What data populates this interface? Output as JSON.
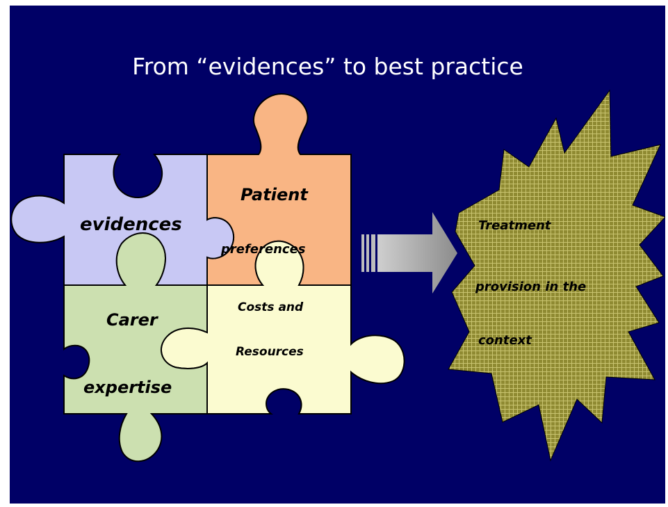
{
  "slide": {
    "title": "From “evidences” to best practice",
    "background_color": "#000066"
  },
  "puzzle": {
    "evidences": {
      "label": "evidences",
      "color": "#c8c8f4"
    },
    "patient": {
      "label_line1": "Patient",
      "label_line2": "preferences",
      "color": "#f9b584"
    },
    "carer": {
      "label_line1": "Carer",
      "label_line2": "expertise",
      "color": "#cce0b0"
    },
    "costs": {
      "label_line1": "Costs and",
      "label_line2": "Resources",
      "color": "#fbfbd0"
    }
  },
  "arrow": {
    "color": "#aeaeae",
    "icon": "right-arrow-icon"
  },
  "outcome": {
    "line1": "Treatment",
    "line2": "provision in the",
    "line3": "context",
    "color": "#8f8a32"
  }
}
